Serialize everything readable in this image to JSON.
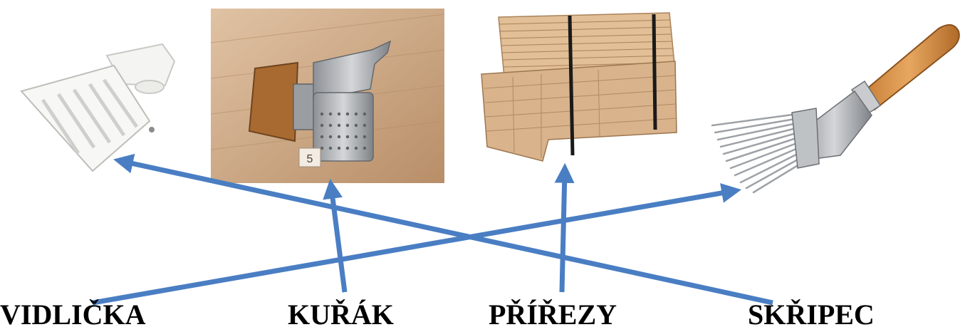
{
  "labels": [
    "VIDLIČKA",
    "KUŘÁK",
    "PŘÍŘEZY",
    "SKŘIPEC"
  ],
  "pictures": [
    {
      "depicts": "queen-clip",
      "icon": "queen-clip-icon"
    },
    {
      "depicts": "bee-smoker",
      "icon": "bee-smoker-icon",
      "tag": "5"
    },
    {
      "depicts": "frame-blanks",
      "icon": "frame-blanks-icon"
    },
    {
      "depicts": "uncapping-fork",
      "icon": "uncapping-fork-icon"
    }
  ],
  "connections": [
    {
      "from_label": "VIDLIČKA",
      "to_picture": "uncapping-fork"
    },
    {
      "from_label": "KUŘÁK",
      "to_picture": "bee-smoker"
    },
    {
      "from_label": "PŘÍŘEZY",
      "to_picture": "frame-blanks"
    },
    {
      "from_label": "SKŘIPEC",
      "to_picture": "queen-clip"
    }
  ],
  "colors": {
    "arrow": "#4a7ec3",
    "text": "#000000",
    "floor": "#c9a27e",
    "wood": "#d9b38c",
    "metal": "#a7aaae"
  }
}
